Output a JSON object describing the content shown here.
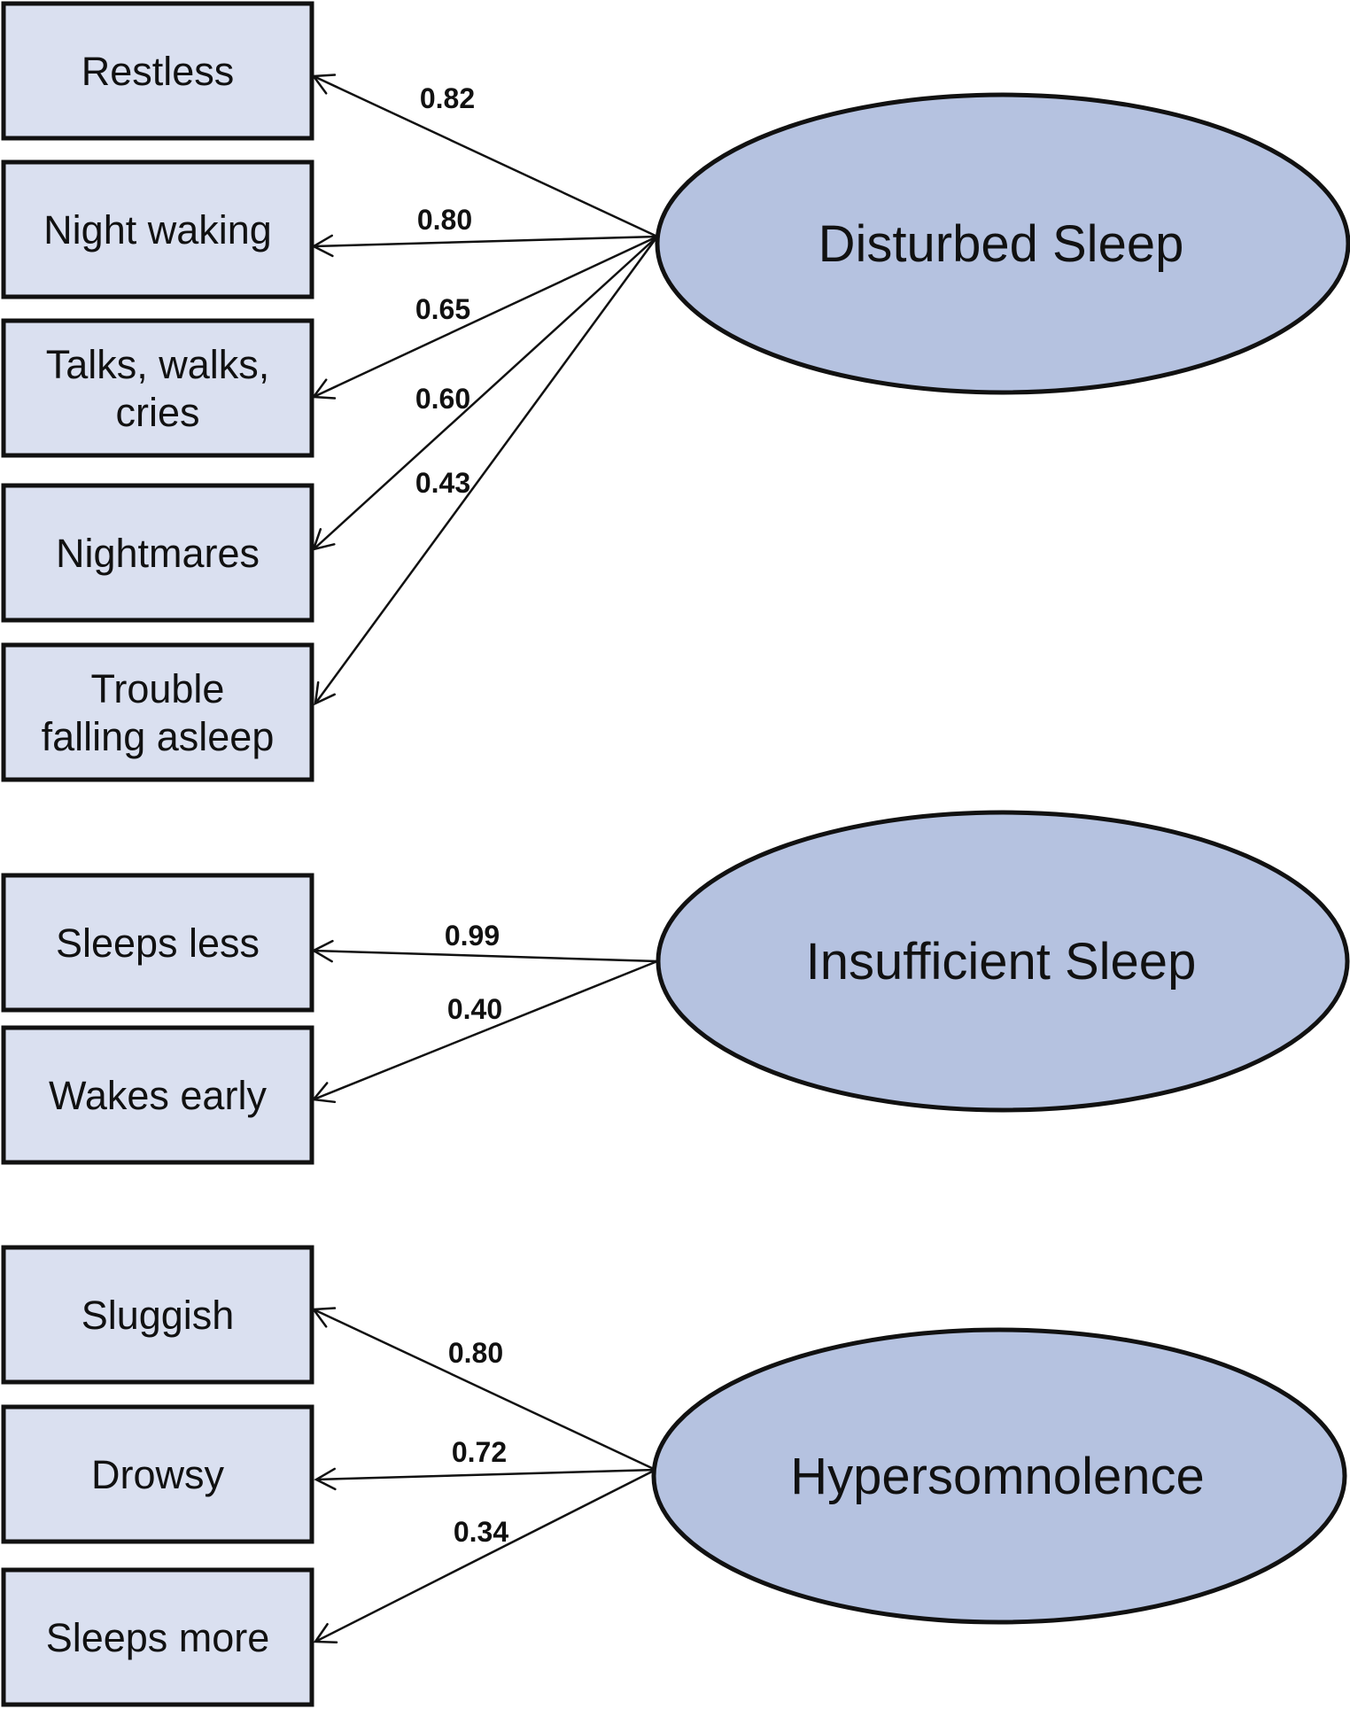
{
  "factors": [
    {
      "id": "disturbed",
      "label": "Disturbed Sleep"
    },
    {
      "id": "insufficient",
      "label": "Insufficient Sleep"
    },
    {
      "id": "hypersomnolence",
      "label": "Hypersomnolence"
    }
  ],
  "items": [
    {
      "id": "restless",
      "lines": [
        "Restless"
      ]
    },
    {
      "id": "night-waking",
      "lines": [
        "Night waking"
      ]
    },
    {
      "id": "talks-walks-cries",
      "lines": [
        "Talks, walks,",
        "cries"
      ]
    },
    {
      "id": "nightmares",
      "lines": [
        "Nightmares"
      ]
    },
    {
      "id": "trouble-falling-asleep",
      "lines": [
        "Trouble",
        "falling asleep"
      ]
    },
    {
      "id": "sleeps-less",
      "lines": [
        "Sleeps less"
      ]
    },
    {
      "id": "wakes-early",
      "lines": [
        "Wakes early"
      ]
    },
    {
      "id": "sluggish",
      "lines": [
        "Sluggish"
      ]
    },
    {
      "id": "drowsy",
      "lines": [
        "Drowsy"
      ]
    },
    {
      "id": "sleeps-more",
      "lines": [
        "Sleeps more"
      ]
    }
  ],
  "paths": [
    {
      "from": "disturbed",
      "to": "restless",
      "loading": "0.82"
    },
    {
      "from": "disturbed",
      "to": "night-waking",
      "loading": "0.80"
    },
    {
      "from": "disturbed",
      "to": "talks-walks-cries",
      "loading": "0.65"
    },
    {
      "from": "disturbed",
      "to": "nightmares",
      "loading": "0.60"
    },
    {
      "from": "disturbed",
      "to": "trouble-falling-asleep",
      "loading": "0.43"
    },
    {
      "from": "insufficient",
      "to": "sleeps-less",
      "loading": "0.99"
    },
    {
      "from": "insufficient",
      "to": "wakes-early",
      "loading": "0.40"
    },
    {
      "from": "hypersomnolence",
      "to": "sluggish",
      "loading": "0.80"
    },
    {
      "from": "hypersomnolence",
      "to": "drowsy",
      "loading": "0.72"
    },
    {
      "from": "hypersomnolence",
      "to": "sleeps-more",
      "loading": "0.34"
    }
  ],
  "colors": {
    "item_fill": "#dae0f0",
    "factor_fill": "#b5c2e0",
    "stroke": "#111111"
  }
}
